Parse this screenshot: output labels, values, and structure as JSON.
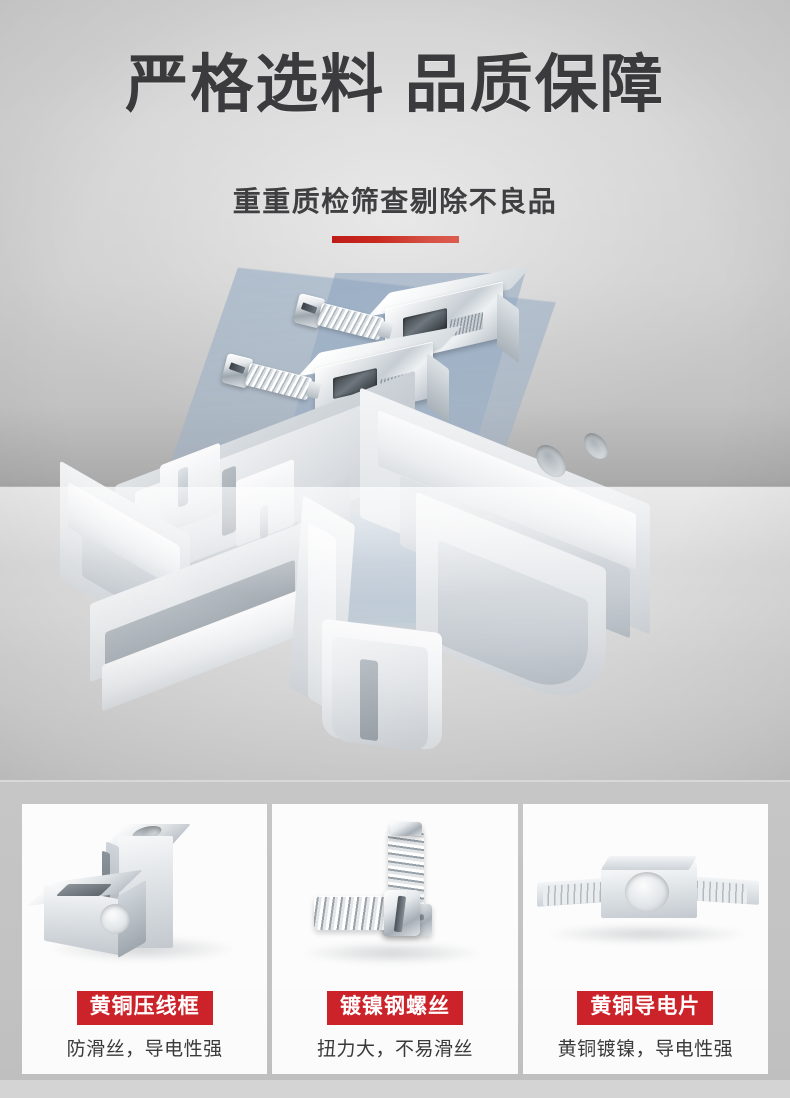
{
  "hero": {
    "title": "严格选料 品质保障",
    "subtitle": "重重质检筛查剔除不良品",
    "divider_color_start": "#bf1c18",
    "divider_color_end": "#dc5c4e",
    "product_alt": "接线端子排爆炸图：镀镍钢螺丝、黄铜压线框与灰色塑料端子本体",
    "beam_color": "#9babbf",
    "background_top": "#d2d2d2",
    "background_horizon": "#a6a6a6",
    "background_floor": "#d8d8d8"
  },
  "cards": {
    "badge_color": "#cc2229",
    "badge_text_color": "#ffffff",
    "caption_color": "#3a3a3a",
    "items": [
      {
        "badge": "黄铜压线框",
        "caption": "防滑丝，导电性强",
        "photo_alt": "两件银色黄铜压线框金属块"
      },
      {
        "badge": "镀镍钢螺丝",
        "caption": "扭力大，不易滑丝",
        "photo_alt": "两颗镀镍钢一字槽螺丝"
      },
      {
        "badge": "黄铜导电片",
        "caption": "黄铜镀镍，导电性强",
        "photo_alt": "黄铜镀镍导电片带中心圆孔"
      }
    ]
  }
}
